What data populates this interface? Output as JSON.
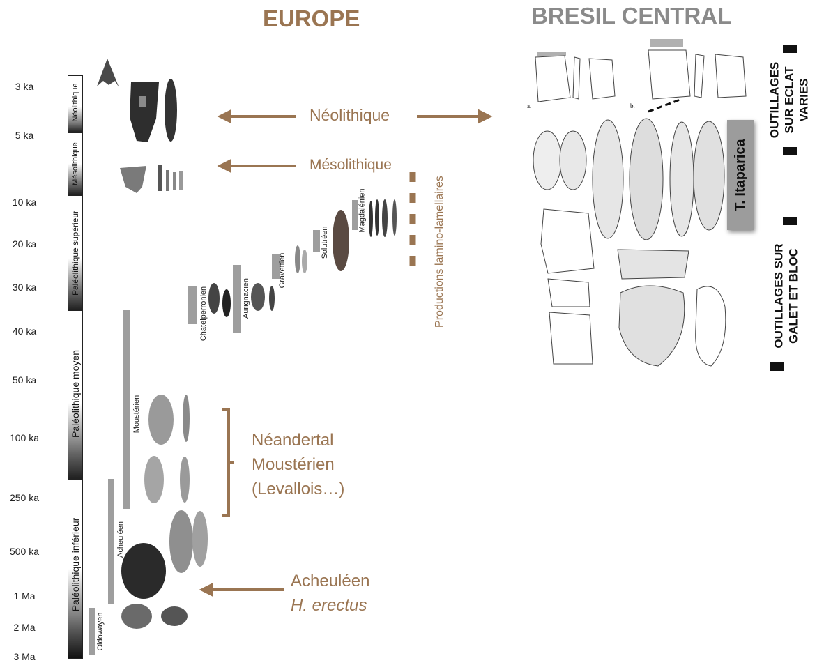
{
  "headers": {
    "europe": "EUROPE",
    "brazil": "BRESIL CENTRAL"
  },
  "colors": {
    "brown": "#9a7552",
    "grey_header": "#8a8a8a",
    "bar_grey": "#9e9e9e"
  },
  "ages": [
    "3 ka",
    "5 ka",
    "10 ka",
    "20 ka",
    "30 ka",
    "40 ka",
    "50 ka",
    "100 ka",
    "250 ka",
    "500 ka",
    "1 Ma",
    "2 Ma",
    "3 Ma"
  ],
  "periods": {
    "neolithique": "Néolithique",
    "mesolithique": "Mésolithique",
    "sup": "Paléolithique supérieur",
    "moyen": "Paléolithique moyen",
    "inf": "Paléolithique inférieur"
  },
  "cultures": {
    "oldowayen": "Oldowayen",
    "acheuleen": "Acheuléen",
    "mousterien": "Moustérien",
    "chatelperronien": "Chatelperronien",
    "aurignacien": "Aurignacien",
    "gravettien": "Gravettien",
    "solutreen": "Solutréen",
    "magdalenien": "Magdalénien"
  },
  "annotations": {
    "neolithique": "Néolithique",
    "mesolithique": "Mésolithique",
    "productions": "Productions lamino-lamellaires",
    "neandertal_l1": "Néandertal",
    "neandertal_l2": "Moustérien",
    "neandertal_l3": "(Levallois…)",
    "acheuleen_l1": "Acheuléen",
    "acheuleen_l2": "H. erectus"
  },
  "brazil": {
    "itaparica": "T. Itaparica",
    "eclat_l1": "OUTILLAGES",
    "eclat_l2": "SUR ECLAT",
    "eclat_l3": "VARIES",
    "galet_l1": "OUTILLAGES SUR",
    "galet_l2": "GALET ET BLOC",
    "fig_a": "a.",
    "fig_b": "b."
  }
}
